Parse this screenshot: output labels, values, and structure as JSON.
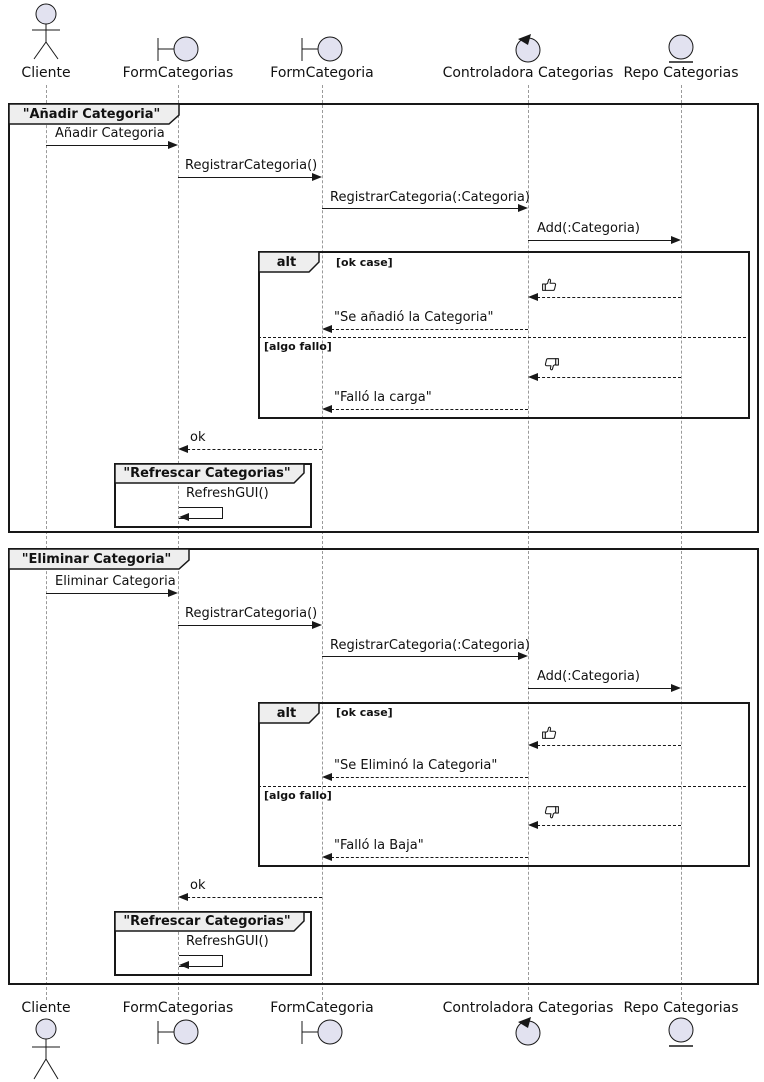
{
  "colors": {
    "shape_fill": "#E2E2F0",
    "frame_tab_bg": "#EEEEEE",
    "line": "#181818",
    "lifeline": "#9a9a9a"
  },
  "participants": [
    {
      "label": "Cliente",
      "type": "actor-icon"
    },
    {
      "label": "FormCategorias",
      "type": "boundary-icon"
    },
    {
      "label": "FormCategoria",
      "type": "boundary-icon"
    },
    {
      "label": "Controladora Categorias",
      "type": "control-icon"
    },
    {
      "label": "Repo Categorias",
      "type": "entity-icon"
    }
  ],
  "frame1": {
    "title": "\"Añadir Categoria\"",
    "msg_request": "Añadir Categoria",
    "msg_registrar": "RegistrarCategoria()",
    "msg_registrar_param": "RegistrarCategoria(:Categoria)",
    "msg_repo_add": "Add(:Categoria)",
    "alt": {
      "label": "alt",
      "ok_case": "[ok case]",
      "ok_icon": "thumbs-up-icon",
      "ok_reply": "\"Se añadió la Categoria\"",
      "fail_case": "[algo fallo]",
      "fail_icon": "thumbs-down-icon",
      "fail_reply": "\"Falló la carga\""
    },
    "msg_ok": "ok",
    "refresh": {
      "title": "\"Refrescar Categorias\"",
      "msg": "RefreshGUI()"
    }
  },
  "frame2": {
    "title": "\"Eliminar Categoria\"",
    "msg_request": "Eliminar Categoria",
    "msg_registrar": "RegistrarCategoria()",
    "msg_registrar_param": "RegistrarCategoria(:Categoria)",
    "msg_repo_add": "Add(:Categoria)",
    "alt": {
      "label": "alt",
      "ok_case": "[ok case]",
      "ok_icon": "thumbs-up-icon",
      "ok_reply": "\"Se Eliminó la Categoria\"",
      "fail_case": "[algo fallo]",
      "fail_icon": "thumbs-down-icon",
      "fail_reply": "\"Falló la Baja\""
    },
    "msg_ok": "ok",
    "refresh": {
      "title": "\"Refrescar Categorias\"",
      "msg": "RefreshGUI()"
    }
  }
}
